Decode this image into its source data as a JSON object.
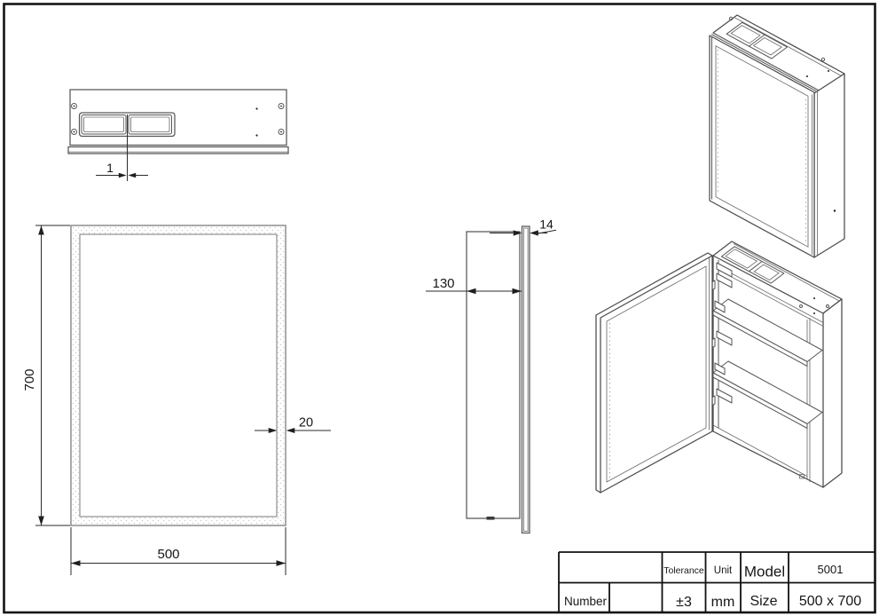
{
  "sheet": {
    "colors": {
      "background": "#ffffff",
      "object_line": "#4b4b4b",
      "dimension": "#1f1f1f",
      "border": "#141414",
      "stipple": "#c0c0c0"
    },
    "dimensions": {
      "top_gap": "1",
      "front_height": "700",
      "front_width": "500",
      "front_frame": "20",
      "side_depth": "130",
      "side_door_thickness": "14"
    },
    "title_block": {
      "number_label": "Number",
      "tolerance_label": "Tolerance",
      "tolerance_value": "±3",
      "unit_label": "Unit",
      "unit_value": "mm",
      "model_label": "Model",
      "model_value": "5001",
      "size_label": "Size",
      "size_value": "500 x 700"
    }
  }
}
